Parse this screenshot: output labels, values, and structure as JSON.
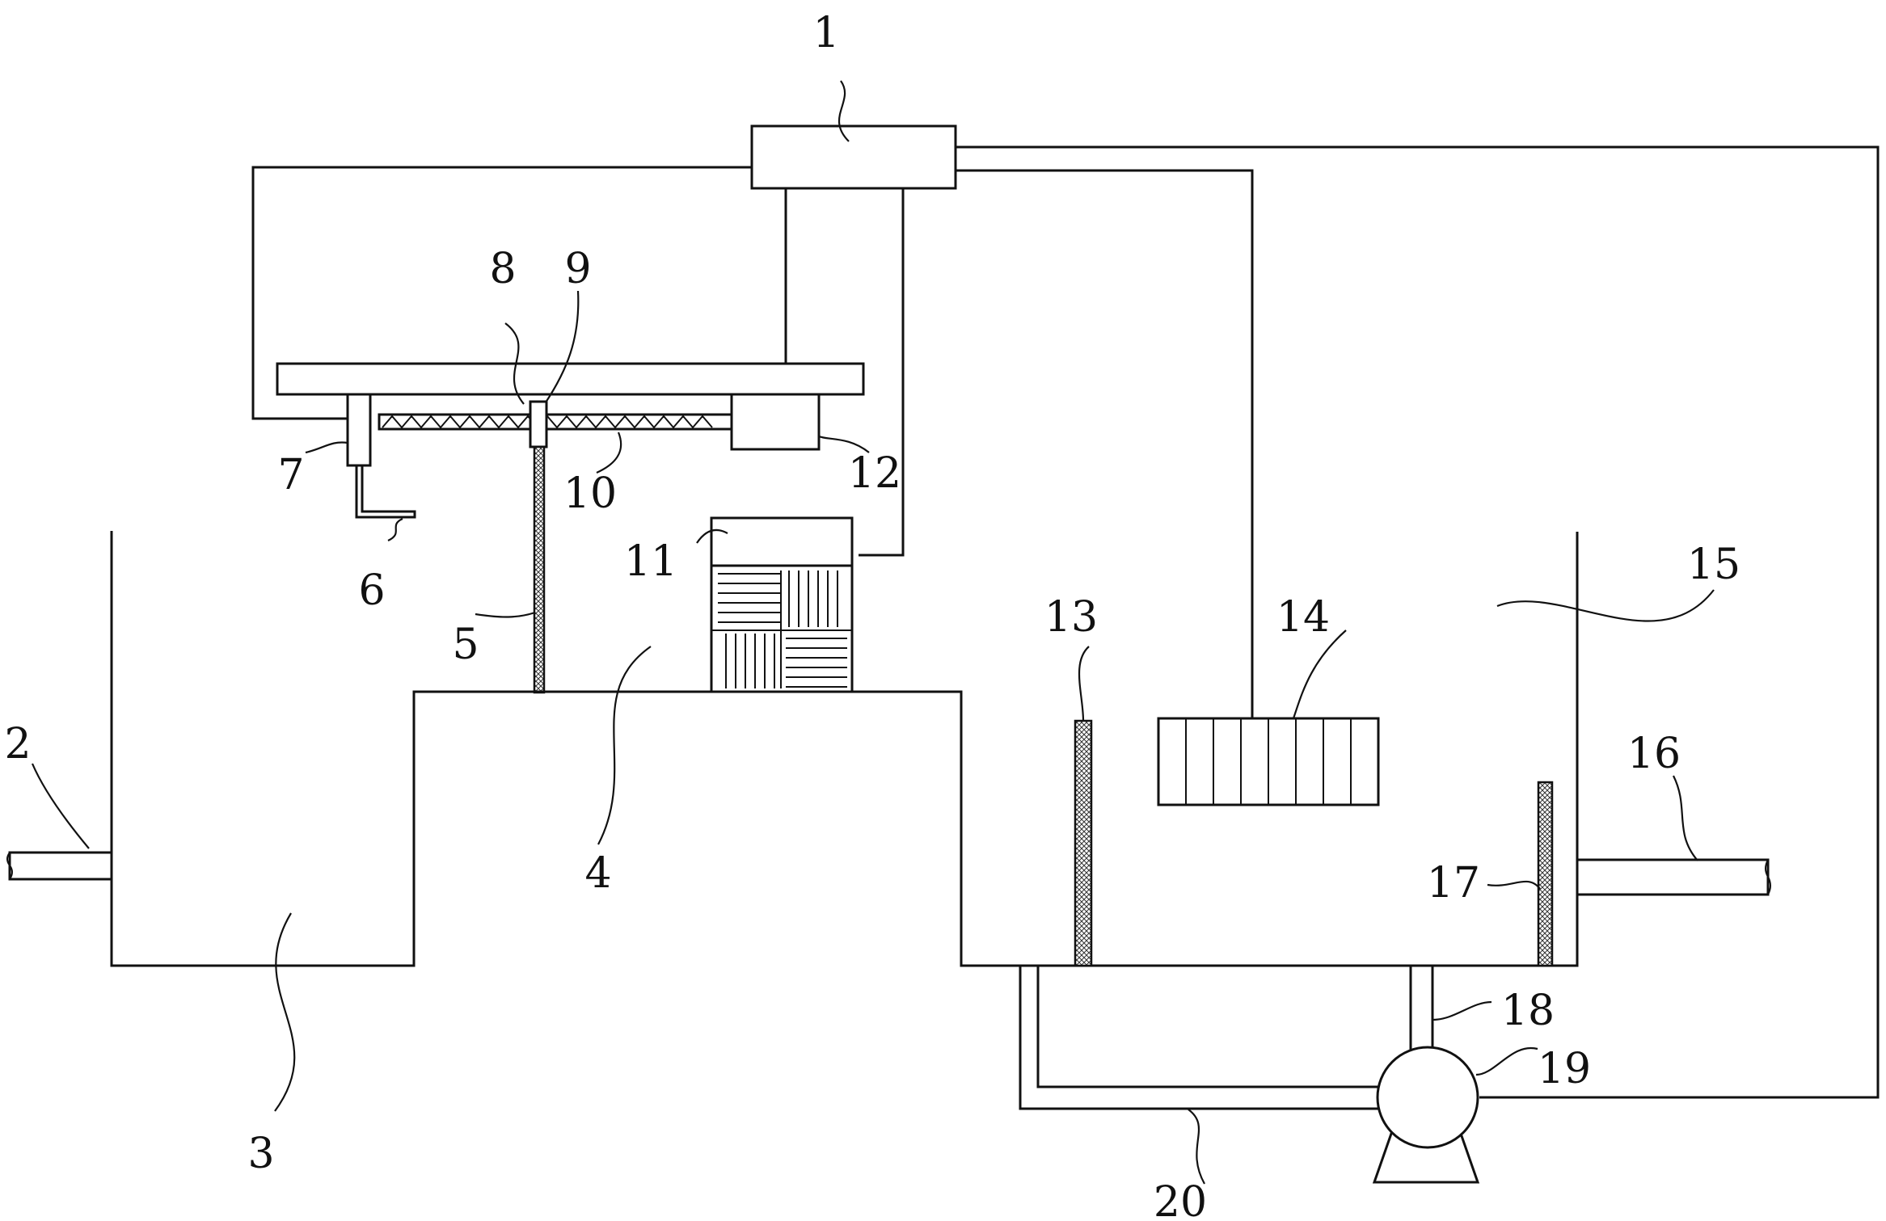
{
  "diagram": {
    "labels": [
      {
        "id": "1",
        "text": "1"
      },
      {
        "id": "2",
        "text": "2"
      },
      {
        "id": "3",
        "text": "3"
      },
      {
        "id": "4",
        "text": "4"
      },
      {
        "id": "5",
        "text": "5"
      },
      {
        "id": "6",
        "text": "6"
      },
      {
        "id": "7",
        "text": "7"
      },
      {
        "id": "8",
        "text": "8"
      },
      {
        "id": "9",
        "text": "9"
      },
      {
        "id": "10",
        "text": "10"
      },
      {
        "id": "11",
        "text": "11"
      },
      {
        "id": "12",
        "text": "12"
      },
      {
        "id": "13",
        "text": "13"
      },
      {
        "id": "14",
        "text": "14"
      },
      {
        "id": "15",
        "text": "15"
      },
      {
        "id": "16",
        "text": "16"
      },
      {
        "id": "17",
        "text": "17"
      },
      {
        "id": "18",
        "text": "18"
      },
      {
        "id": "19",
        "text": "19"
      },
      {
        "id": "20",
        "text": "20"
      }
    ]
  }
}
